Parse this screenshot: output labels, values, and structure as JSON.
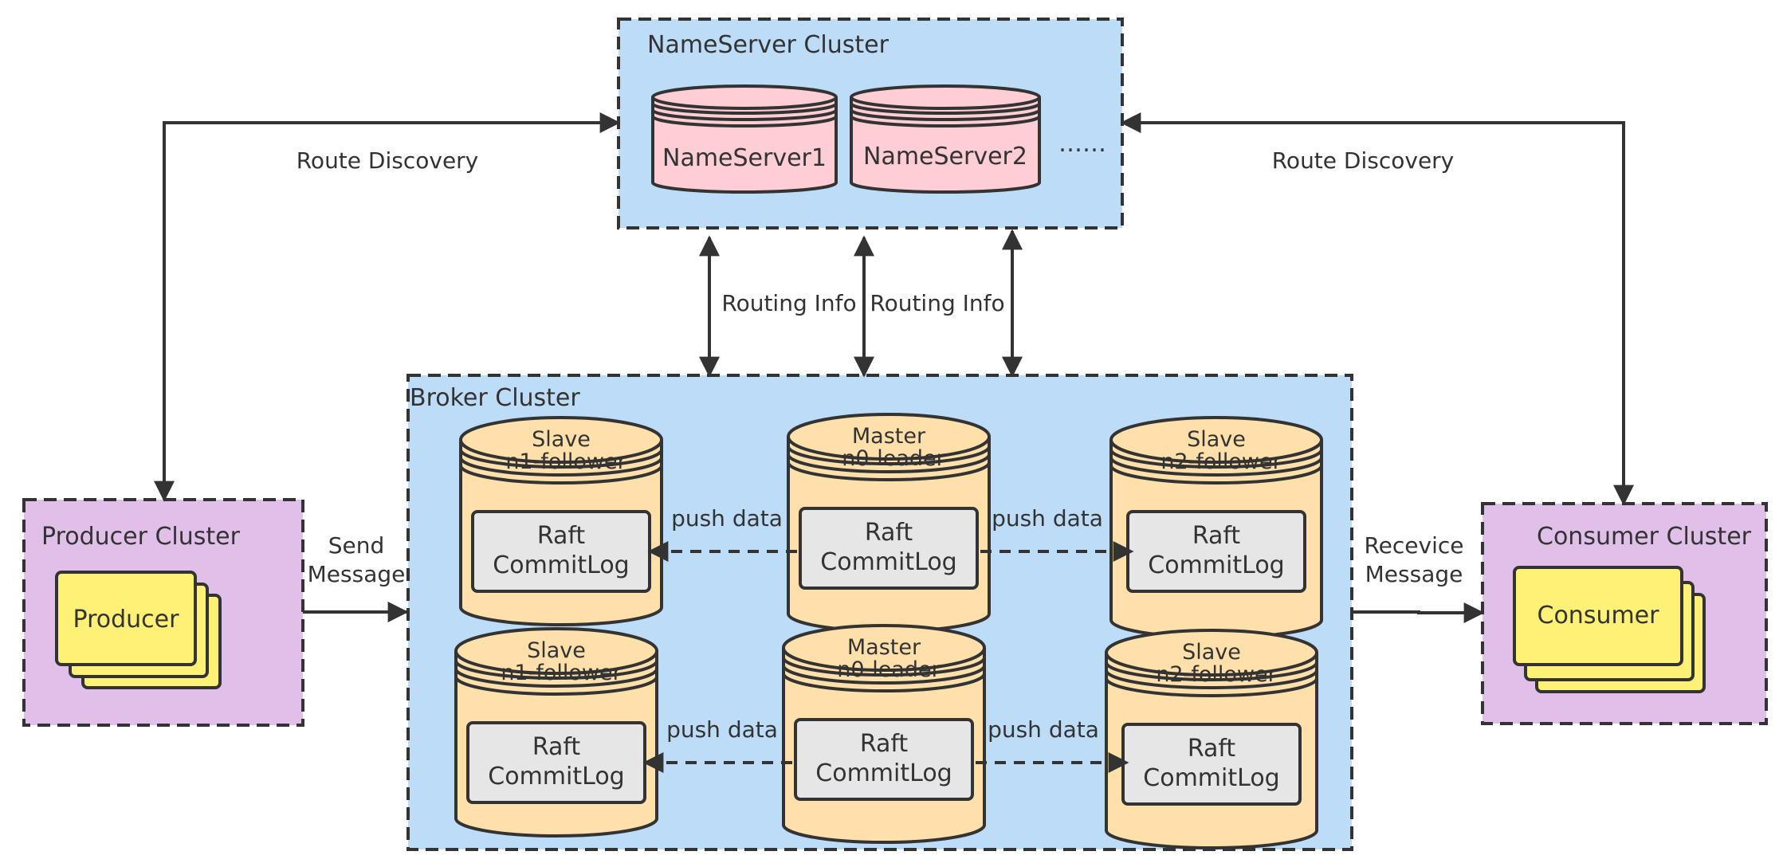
{
  "colors": {
    "cluster_blue": "#bcdcf8",
    "cluster_purple": "#e0bfe8",
    "cylinder_pink": "#ffcdd4",
    "cylinder_orange": "#ffdfaa",
    "card_yellow": "#fff176",
    "inner_gray": "#e6e6e6",
    "stroke": "#333333"
  },
  "nameserver": {
    "title": "NameServer Cluster",
    "servers": [
      "NameServer1",
      "NameServer2"
    ],
    "more": "……"
  },
  "producer": {
    "title": "Producer Cluster",
    "card": "Producer"
  },
  "consumer": {
    "title": "Consumer Cluster",
    "card": "Consumer"
  },
  "broker": {
    "title": "Broker Cluster",
    "nodes": [
      {
        "role": "Slave",
        "name": "n1-follower",
        "log_l1": "Raft",
        "log_l2": "CommitLog"
      },
      {
        "role": "Master",
        "name": "n0-leader",
        "log_l1": "Raft",
        "log_l2": "CommitLog"
      },
      {
        "role": "Slave",
        "name": "n2-follower",
        "log_l1": "Raft",
        "log_l2": "CommitLog"
      },
      {
        "role": "Slave",
        "name": "n1-follower",
        "log_l1": "Raft",
        "log_l2": "CommitLog"
      },
      {
        "role": "Master",
        "name": "n0-leader",
        "log_l1": "Raft",
        "log_l2": "CommitLog"
      },
      {
        "role": "Slave",
        "name": "n2-follower",
        "log_l1": "Raft",
        "log_l2": "CommitLog"
      }
    ]
  },
  "edges": {
    "route_discovery_left": "Route Discovery",
    "route_discovery_right": "Route Discovery",
    "routing_info_1": "Routing Info",
    "routing_info_2": "Routing Info",
    "send_l1": "Send",
    "send_l2": "Message",
    "receive_l1": "Recevice",
    "receive_l2": "Message",
    "push_data": "push data"
  }
}
